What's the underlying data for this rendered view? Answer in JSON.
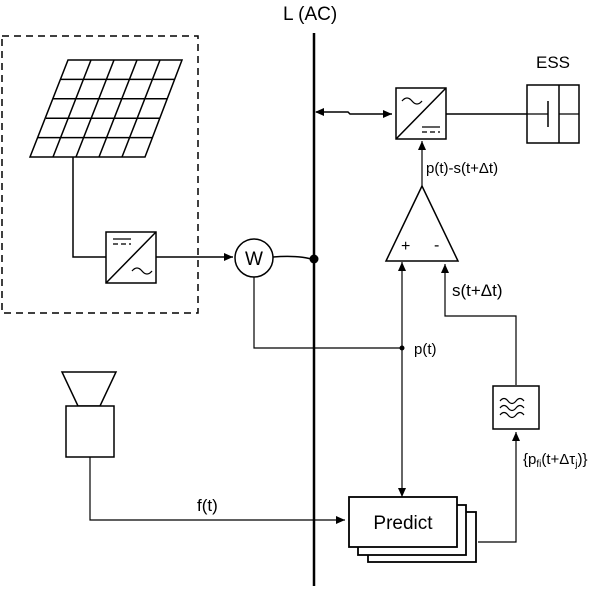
{
  "diagram": {
    "bus_label": "L (AC)",
    "ess_label": "ESS",
    "meter_label": "W",
    "predict_label": "Predict",
    "amp_plus": "+",
    "amp_minus": "-",
    "label_pt": "p(t)",
    "label_ft": "f(t)",
    "label_st": "s(t+Δt)",
    "label_diff": "p(t)-s(t+Δt)",
    "forecast_label": {
      "prefix": "{p",
      "sub": "fi",
      "mid": "(t+Δτ",
      "sub2": "j",
      "suffix": ")}"
    },
    "inverter_symbols": {
      "dc": "═",
      "ac": "∼"
    }
  }
}
